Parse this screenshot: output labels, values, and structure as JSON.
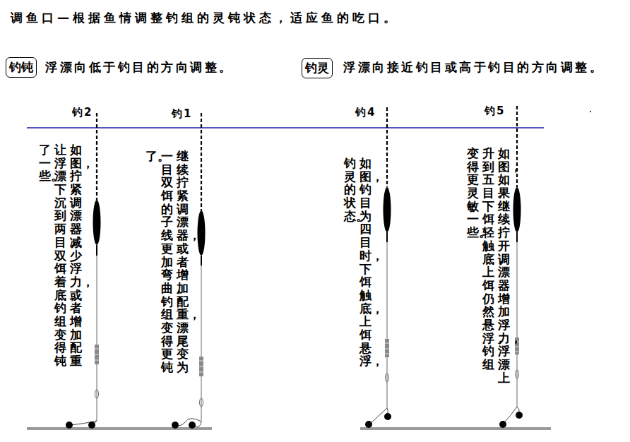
{
  "diagram": {
    "title": "调鱼口—根据鱼情调整钓组的灵钝状态，适应鱼的吃口。",
    "nodes": [
      {
        "text": [
          "钓钝"
        ]
      },
      {
        "text": [
          "钓灵"
        ]
      }
    ],
    "labels": [
      "浮漂向低于钓目的方向调整。",
      "浮漂向接近钓目或高于钓目的方向调整。",
      "钓2",
      "钓1",
      "钓4",
      "钓5",
      "如图，拧紧调漂器减少浮力，或者增加配重让浮漂下沉到两目，双饵着底，钓组变得钝了一些。",
      "继续拧紧调漂器，或者增加配重，漂尾变为一目，双饵的子线更加弯曲，钓组变得更钝了。",
      "如图，钓目为四目时，下饵触底，上饵悬浮，钓灵的状态。",
      "如图，如果继续拧开调漂器增加浮力，浮漂上升到五目，下饵轻触底，上饵仍然悬浮，钓组变得更灵敏一些。"
    ]
  }
}
